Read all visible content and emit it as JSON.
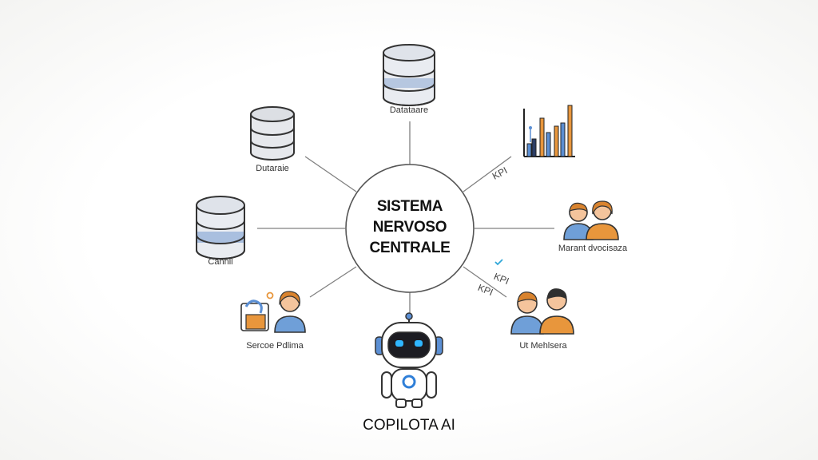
{
  "center": {
    "lines": [
      "SISTEMA",
      "NERVOSO",
      "CENTRALE"
    ]
  },
  "nodes": {
    "database_top": {
      "label": "Datataare",
      "icon": "database-icon"
    },
    "database_left_upper": {
      "label": "Dutaraie",
      "icon": "database-icon"
    },
    "database_left": {
      "label": "Cannll",
      "icon": "database-icon"
    },
    "people_left": {
      "label": "Sercoe Pdlima",
      "icon": "worker-icon"
    },
    "chart_right": {
      "icon": "bar-chart-icon"
    },
    "people_right_upper": {
      "label": "Marant dvocisaza",
      "icon": "people-icon"
    },
    "people_right_lower": {
      "label": "Ut Mehlsera",
      "icon": "people-icon"
    },
    "copilot": {
      "label": "COPILOTA AI",
      "icon": "robot-icon"
    }
  },
  "kpi_labels": [
    "KPI",
    "KPI",
    "KPI"
  ],
  "colors": {
    "accent_blue": "#5b8fd4",
    "accent_orange": "#e8963c",
    "line": "#7a7a7a",
    "robot_eye": "#2fb6ff"
  }
}
